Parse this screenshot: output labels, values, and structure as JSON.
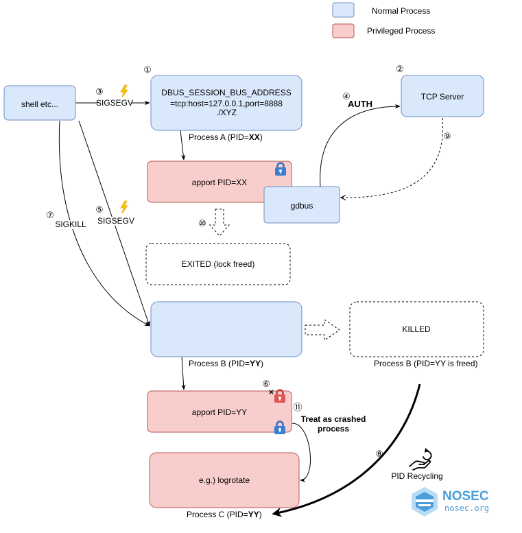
{
  "legend": {
    "normal_label": "Normal Process",
    "privileged_label": "Privileged Process",
    "normal_color": "#dae8fc",
    "privileged_color": "#f8cecc"
  },
  "nodes": {
    "shell": {
      "label": "shell etc..."
    },
    "process_a": {
      "step": "①",
      "lines": [
        "DBUS_SESSION_BUS_ADDRESS",
        "=tcp:host=127.0.0.1,port=8888",
        "./XYZ"
      ],
      "caption_prefix": "Process A (PID=",
      "caption_pid": "XX",
      "caption_suffix": ")"
    },
    "tcp_server": {
      "step": "②",
      "label": "TCP Server"
    },
    "apport_xx": {
      "label": "apport PID=XX"
    },
    "gdbus": {
      "label": "gdbus"
    },
    "exited": {
      "label": "EXITED (lock freed)"
    },
    "process_b": {
      "caption_prefix": "Process B (PID=",
      "caption_pid": "YY",
      "caption_suffix": ")"
    },
    "killed": {
      "label": "KILLED",
      "caption": "Process B (PID=YY is freed)"
    },
    "apport_yy": {
      "step": "⑥",
      "label": "apport PID=YY"
    },
    "logrotate": {
      "label": "e.g.) logrotate",
      "caption_prefix": "Process C (PID=",
      "caption_pid": "YY",
      "caption_suffix": ")"
    }
  },
  "edges": {
    "shell_to_a": {
      "step": "③",
      "label": "SIGSEGV"
    },
    "gdbus_to_tcp": {
      "step": "④",
      "label": "AUTH"
    },
    "shell_to_b_segv": {
      "step": "⑤",
      "label": "SIGSEGV"
    },
    "shell_to_b_kill": {
      "step": "⑦",
      "label": "SIGKILL"
    },
    "pid_recycling": {
      "step": "⑧",
      "label": "PID Recycling"
    },
    "tcp_to_gdbus": {
      "step": "⑨"
    },
    "apport_exit": {
      "step": "⑩"
    },
    "crash_handling": {
      "step": "⑪",
      "label_lines": [
        "Treat as crashed",
        "process"
      ]
    }
  },
  "icons": {
    "lock": "lock-icon",
    "broken_lock": "lock-x-icon",
    "signal": "lightning-icon",
    "recycling": "hand-recycle-icon",
    "logo": "nosec-shield-icon"
  },
  "logo": {
    "name": "NOSEC",
    "url": "nosec.org"
  }
}
